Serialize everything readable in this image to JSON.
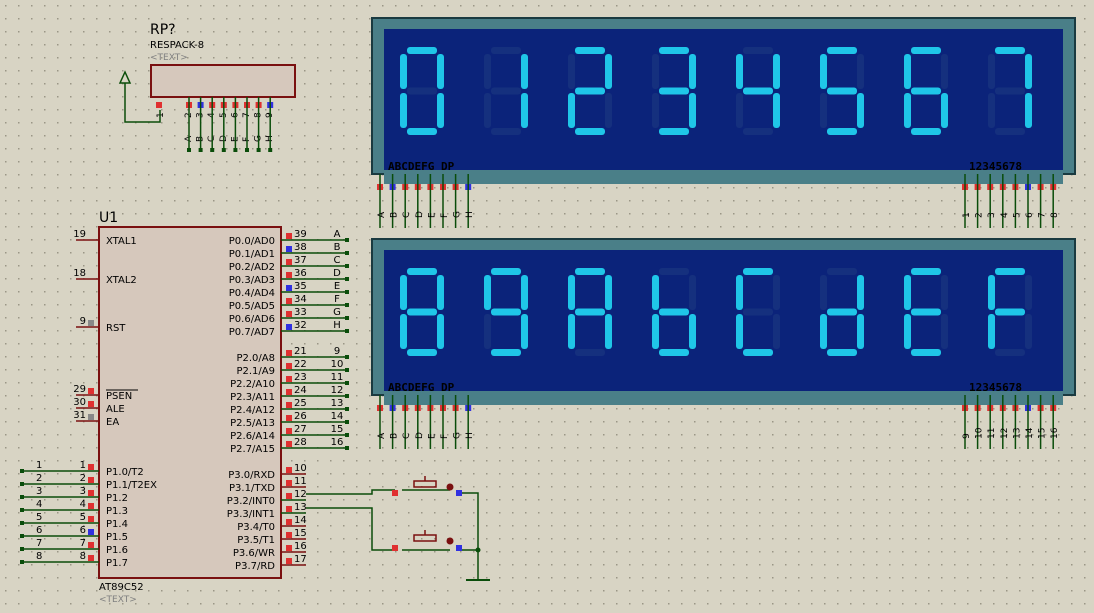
{
  "colors": {
    "background": "#d8d4c4",
    "wire": "#0a4d0a",
    "body_fill": "#d6c8bc",
    "body_stroke": "#7a1010",
    "pin_red": "#e03030",
    "pin_blue": "#3030e0",
    "pin_gray": "#888888",
    "display_bezel": "#4a7f88",
    "display_panel": "#0b237a",
    "segment_on": "#1fc6e8",
    "segment_off": "#15307e"
  },
  "rp": {
    "ref": "RP?",
    "value": "RESPACK-8",
    "text": "<TEXT>",
    "pin1": "1",
    "pins": [
      "2",
      "3",
      "4",
      "5",
      "6",
      "7",
      "8",
      "9"
    ],
    "labels": [
      "A",
      "B",
      "C",
      "D",
      "E",
      "F",
      "G",
      "H"
    ]
  },
  "u1": {
    "ref": "U1",
    "part": "AT89C52",
    "text": "<TEXT>",
    "left_pins": [
      {
        "num": "19",
        "name": "XTAL1"
      },
      {
        "num": "18",
        "name": "XTAL2"
      },
      {
        "num": "9",
        "name": "RST"
      },
      {
        "num": "29",
        "name": "PSEN"
      },
      {
        "num": "30",
        "name": "ALE"
      },
      {
        "num": "31",
        "name": "EA"
      },
      {
        "num": "1",
        "name": "P1.0/T2"
      },
      {
        "num": "2",
        "name": "P1.1/T2EX"
      },
      {
        "num": "3",
        "name": "P1.2"
      },
      {
        "num": "4",
        "name": "P1.3"
      },
      {
        "num": "5",
        "name": "P1.4"
      },
      {
        "num": "6",
        "name": "P1.5"
      },
      {
        "num": "7",
        "name": "P1.6"
      },
      {
        "num": "8",
        "name": "P1.7"
      }
    ],
    "right_pins": [
      {
        "num": "39",
        "name": "P0.0/AD0",
        "net": "A"
      },
      {
        "num": "38",
        "name": "P0.1/AD1",
        "net": "B"
      },
      {
        "num": "37",
        "name": "P0.2/AD2",
        "net": "C"
      },
      {
        "num": "36",
        "name": "P0.3/AD3",
        "net": "D"
      },
      {
        "num": "35",
        "name": "P0.4/AD4",
        "net": "E"
      },
      {
        "num": "34",
        "name": "P0.5/AD5",
        "net": "F"
      },
      {
        "num": "33",
        "name": "P0.6/AD6",
        "net": "G"
      },
      {
        "num": "32",
        "name": "P0.7/AD7",
        "net": "H"
      },
      {
        "num": "21",
        "name": "P2.0/A8",
        "net": "9"
      },
      {
        "num": "22",
        "name": "P2.1/A9",
        "net": "10"
      },
      {
        "num": "23",
        "name": "P2.2/A10",
        "net": "11"
      },
      {
        "num": "24",
        "name": "P2.3/A11",
        "net": "12"
      },
      {
        "num": "25",
        "name": "P2.4/A12",
        "net": "13"
      },
      {
        "num": "26",
        "name": "P2.5/A13",
        "net": "14"
      },
      {
        "num": "27",
        "name": "P2.6/A14",
        "net": "15"
      },
      {
        "num": "28",
        "name": "P2.7/A15",
        "net": "16"
      },
      {
        "num": "10",
        "name": "P3.0/RXD",
        "net": ""
      },
      {
        "num": "11",
        "name": "P3.1/TXD",
        "net": ""
      },
      {
        "num": "12",
        "name": "P3.2/INT0",
        "net": "12"
      },
      {
        "num": "13",
        "name": "P3.3/INT1",
        "net": "13"
      },
      {
        "num": "14",
        "name": "P3.4/T0",
        "net": ""
      },
      {
        "num": "15",
        "name": "P3.5/T1",
        "net": ""
      },
      {
        "num": "16",
        "name": "P3.6/WR",
        "net": ""
      },
      {
        "num": "17",
        "name": "P3.7/RD",
        "net": ""
      }
    ],
    "p1_nets": [
      "1",
      "2",
      "3",
      "4",
      "5",
      "6",
      "7",
      "8"
    ]
  },
  "displays": [
    {
      "digits": [
        "0",
        "1",
        "2",
        "3",
        "4",
        "5",
        "6",
        "7"
      ],
      "seg_header": "ABCDEFG  DP",
      "digit_header": "12345678",
      "seg_labels": [
        "A",
        "B",
        "C",
        "D",
        "E",
        "F",
        "G",
        "H"
      ],
      "digit_labels": [
        "1",
        "2",
        "3",
        "4",
        "5",
        "6",
        "7",
        "8"
      ]
    },
    {
      "digits": [
        "8",
        "9",
        "A",
        "b",
        "C",
        "d",
        "E",
        "F"
      ],
      "seg_header": "ABCDEFG  DP",
      "digit_header": "12345678",
      "seg_labels": [
        "A",
        "B",
        "C",
        "D",
        "E",
        "F",
        "G",
        "H"
      ],
      "digit_labels": [
        "9",
        "10",
        "11",
        "12",
        "13",
        "14",
        "15",
        "16"
      ]
    }
  ]
}
